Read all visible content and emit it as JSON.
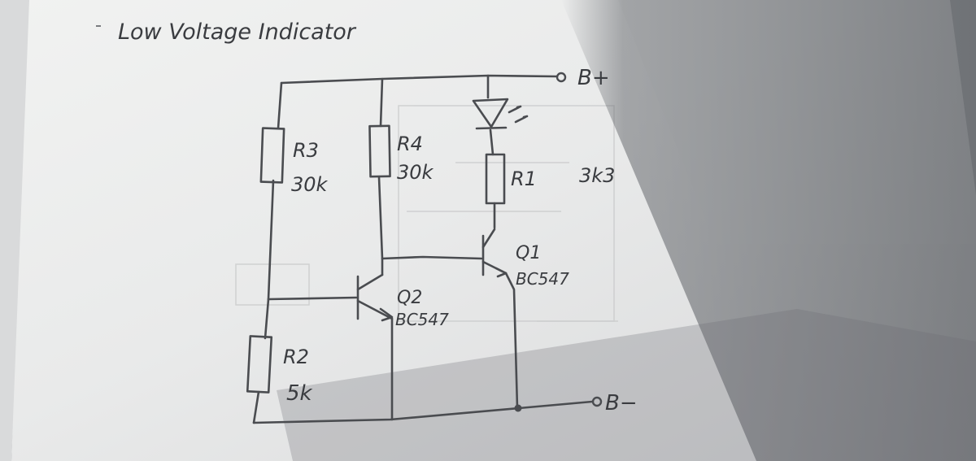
{
  "title": "Low Voltage Indicator",
  "terminals": {
    "positive": "B+",
    "negative": "B−"
  },
  "components": {
    "r1": {
      "name": "R1",
      "value": "3k3"
    },
    "r2": {
      "name": "R2",
      "value": "5k"
    },
    "r3": {
      "name": "R3",
      "value": "30k"
    },
    "r4": {
      "name": "R4",
      "value": "30k"
    },
    "q1": {
      "name": "Q1",
      "part": "BC547"
    },
    "q2": {
      "name": "Q2",
      "part": "BC547"
    },
    "led": {
      "symbol": "led-icon"
    }
  }
}
